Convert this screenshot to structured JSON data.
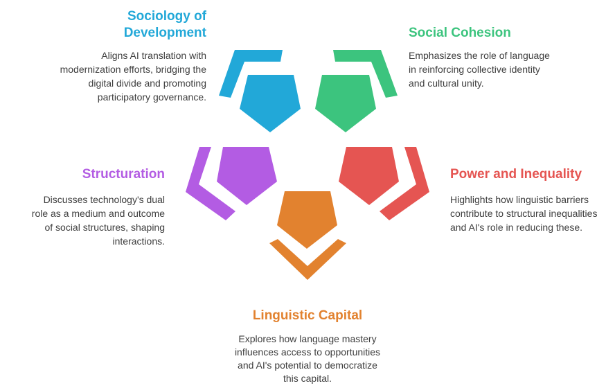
{
  "colors": {
    "sociology": "#22a8d8",
    "cohesion": "#3cc47e",
    "power": "#e55552",
    "linguistic": "#e2822f",
    "structuration": "#b35ce3",
    "text": "#3d3d3d"
  },
  "items": [
    {
      "key": "sociology",
      "title": "Sociology of Development",
      "description": "Aligns AI translation with modernization efforts, bridging the digital divide and promoting participatory governance."
    },
    {
      "key": "cohesion",
      "title": "Social Cohesion",
      "description": "Emphasizes the role of language in reinforcing collective identity and cultural unity."
    },
    {
      "key": "structuration",
      "title": "Structuration",
      "description": "Discusses technology's dual role as a medium and outcome of social structures, shaping interactions."
    },
    {
      "key": "power",
      "title": "Power and Inequality",
      "description": "Highlights how linguistic barriers contribute to structural inequalities and AI's role in reducing these."
    },
    {
      "key": "linguistic",
      "title": "Linguistic Capital",
      "description": "Explores how language mastery influences access to opportunities and AI's potential to democratize this capital."
    }
  ]
}
